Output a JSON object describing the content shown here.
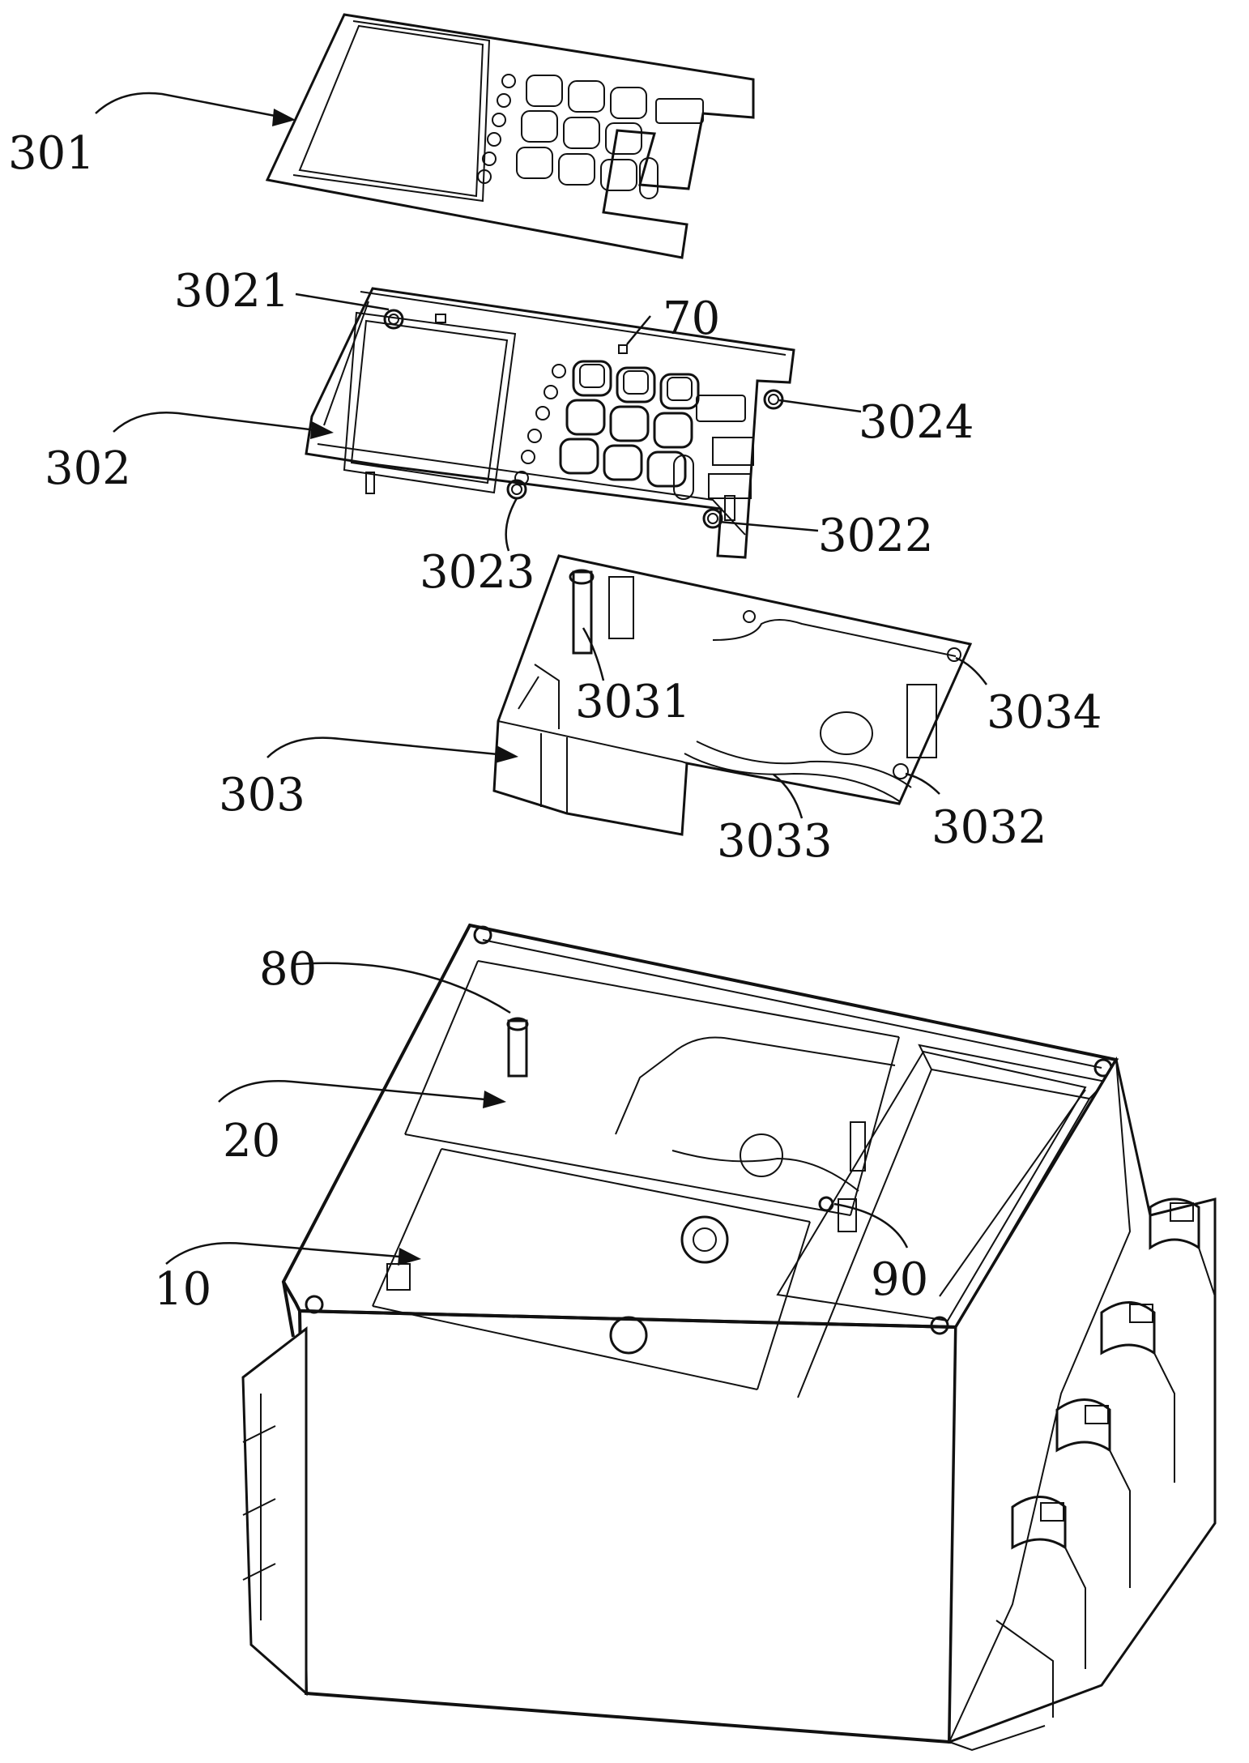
{
  "labels": {
    "l301": "301",
    "l3021": "3021",
    "l70": "70",
    "l302": "302",
    "l3024": "3024",
    "l3022": "3022",
    "l3023": "3023",
    "l3031": "3031",
    "l3034": "3034",
    "l303": "303",
    "l3033": "3033",
    "l3032": "3032",
    "l80": "80",
    "l20": "20",
    "l90": "90",
    "l10": "10"
  },
  "colors": {
    "line": "#111111",
    "background": "#ffffff"
  }
}
